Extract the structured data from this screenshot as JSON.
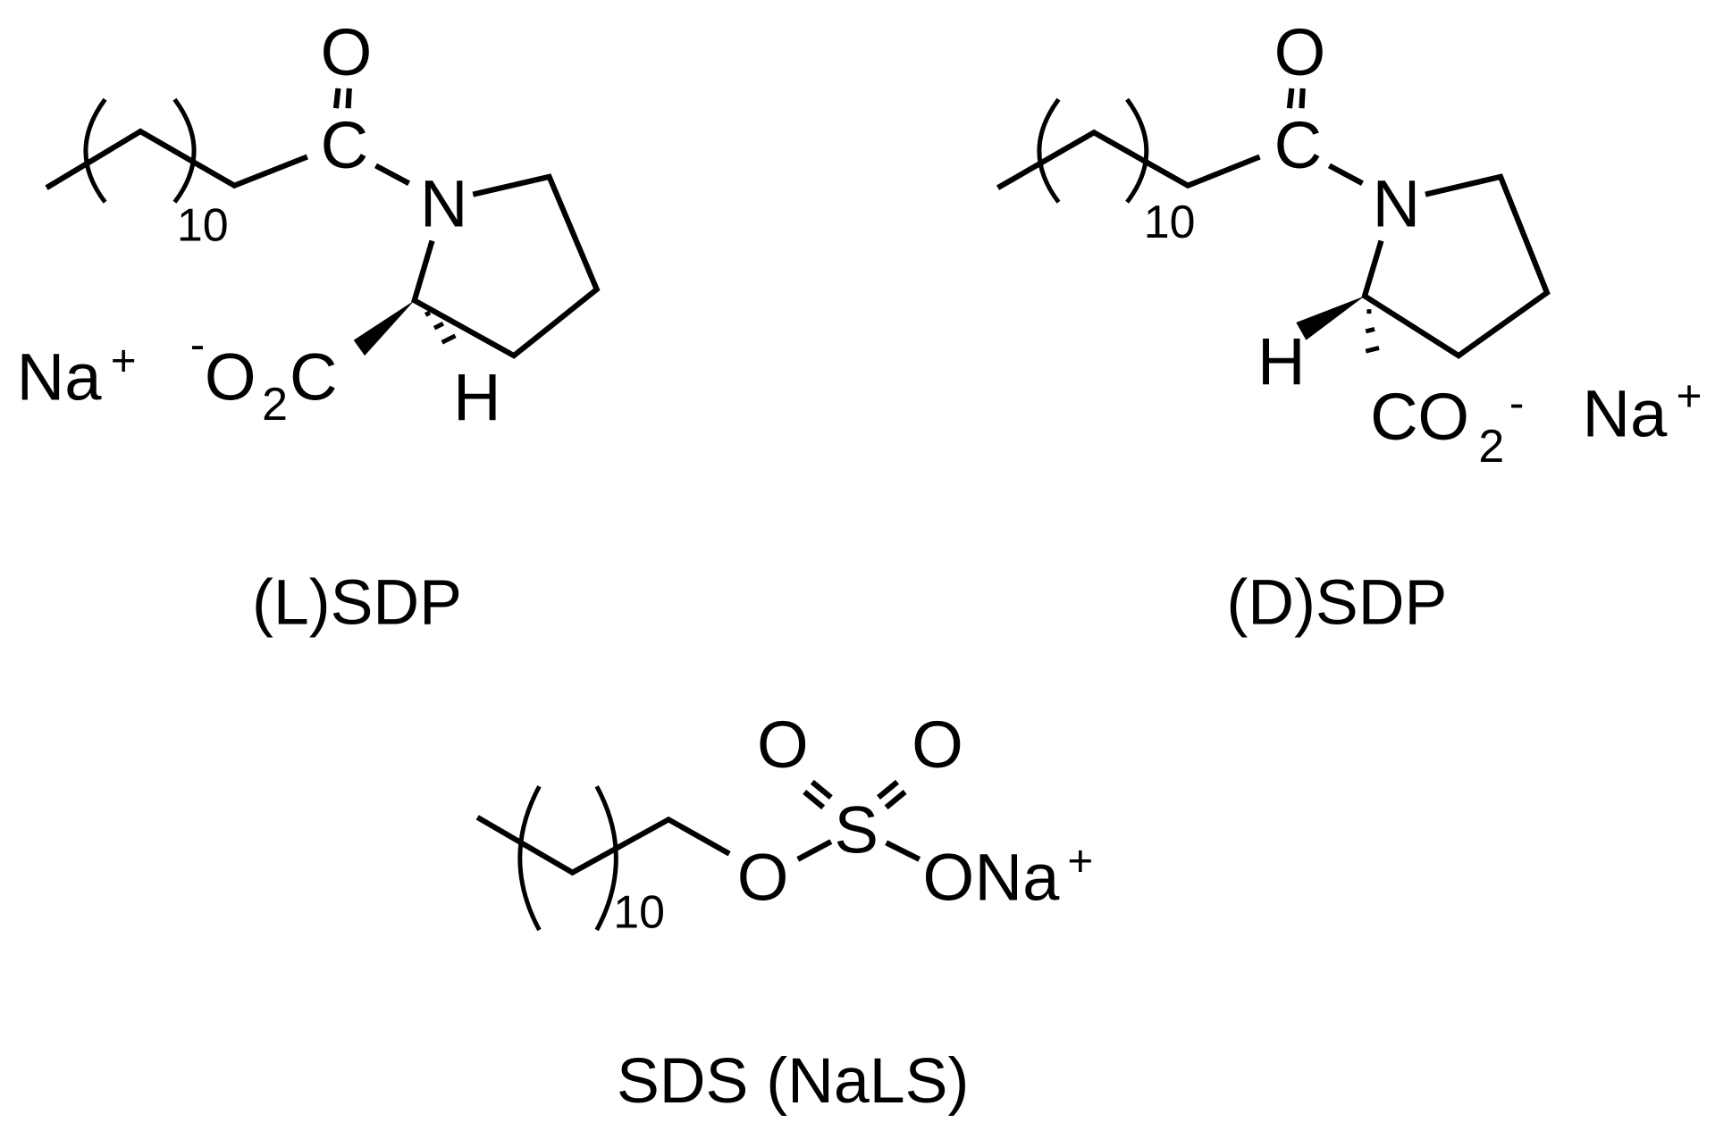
{
  "diagram": {
    "type": "chemical-structures",
    "colors": {
      "foreground": "#000000",
      "background": "#ffffff"
    },
    "molecules": [
      {
        "name": "(L)SDP",
        "repeat_count": "10",
        "atoms": {
          "carbonyl_c": "C",
          "carbonyl_o": "O",
          "nitrogen": "N",
          "hydrogen": "H",
          "carboxylate_prefix": "-",
          "carboxylate_o": "O",
          "carboxylate_sub": "2",
          "carboxylate_c": "C",
          "counterion": "Na",
          "counterion_charge": "+"
        }
      },
      {
        "name": "(D)SDP",
        "repeat_count": "10",
        "atoms": {
          "carbonyl_c": "C",
          "carbonyl_o": "O",
          "nitrogen": "N",
          "hydrogen": "H",
          "carboxylate_c": "C",
          "carboxylate_o": "O",
          "carboxylate_sub": "2",
          "carboxylate_charge": "-",
          "counterion": "Na",
          "counterion_charge": "+"
        }
      },
      {
        "name": "SDS (NaLS)",
        "repeat_count": "10",
        "atoms": {
          "ester_o": "O",
          "sulfur": "S",
          "oxo_left": "O",
          "oxo_right": "O",
          "sulfonate_o": "O",
          "counterion": "Na",
          "counterion_charge": "+"
        }
      }
    ]
  }
}
